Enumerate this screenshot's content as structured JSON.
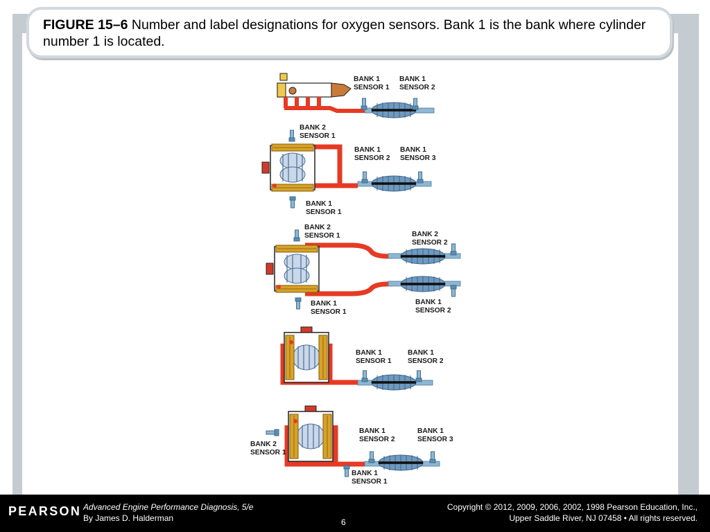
{
  "caption": {
    "figure_number": "FIGURE 15–6",
    "text": " Number and label designations for oxygen sensors. Bank 1 is the bank where cylinder number 1 is located."
  },
  "diagrams": [
    {
      "labels": [
        {
          "id": "d1-b1s1",
          "line1": "BANK 1",
          "line2": "SENSOR 1"
        },
        {
          "id": "d1-b1s2",
          "line1": "BANK 1",
          "line2": "SENSOR 2"
        }
      ]
    },
    {
      "labels": [
        {
          "id": "d2-b2s1",
          "line1": "BANK 2",
          "line2": "SENSOR 1"
        },
        {
          "id": "d2-b1s2",
          "line1": "BANK 1",
          "line2": "SENSOR 2"
        },
        {
          "id": "d2-b1s3",
          "line1": "BANK 1",
          "line2": "SENSOR 3"
        },
        {
          "id": "d2-b1s1",
          "line1": "BANK 1",
          "line2": "SENSOR 1"
        }
      ]
    },
    {
      "labels": [
        {
          "id": "d3-b2s1",
          "line1": "BANK 2",
          "line2": "SENSOR 1"
        },
        {
          "id": "d3-b2s2",
          "line1": "BANK 2",
          "line2": "SENSOR 2"
        },
        {
          "id": "d3-b1s1",
          "line1": "BANK 1",
          "line2": "SENSOR 1"
        },
        {
          "id": "d3-b1s2",
          "line1": "BANK 1",
          "line2": "SENSOR 2"
        }
      ]
    },
    {
      "labels": [
        {
          "id": "d4-b1s1",
          "line1": "BANK 1",
          "line2": "SENSOR 1"
        },
        {
          "id": "d4-b1s2",
          "line1": "BANK 1",
          "line2": "SENSOR 2"
        }
      ]
    },
    {
      "labels": [
        {
          "id": "d5-b1s2",
          "line1": "BANK 1",
          "line2": "SENSOR 2"
        },
        {
          "id": "d5-b1s3",
          "line1": "BANK 1",
          "line2": "SENSOR 3"
        },
        {
          "id": "d5-b2s1",
          "line1": "BANK 2",
          "line2": "SENSOR 1"
        },
        {
          "id": "d5-b1s1",
          "line1": "BANK 1",
          "line2": "SENSOR 1"
        }
      ]
    }
  ],
  "footer": {
    "logo": "PEARSON",
    "book_title": "Advanced Engine Performance Diagnosis, 5/e",
    "author": "By James D. Halderman",
    "copyright_line1": "Copyright © 2012, 2009, 2006, 2002, 1998 Pearson Education, Inc.,",
    "copyright_line2": "Upper Saddle River, NJ 07458 • All rights reserved.",
    "page_number": "6"
  },
  "colors": {
    "exhaust_pipe": "#e63a24",
    "tailpipe": "#8fb7d2",
    "converter_body": "#6f99bf",
    "engine_coil": "#d9a227",
    "frame_gray": "#c5ccd1"
  }
}
